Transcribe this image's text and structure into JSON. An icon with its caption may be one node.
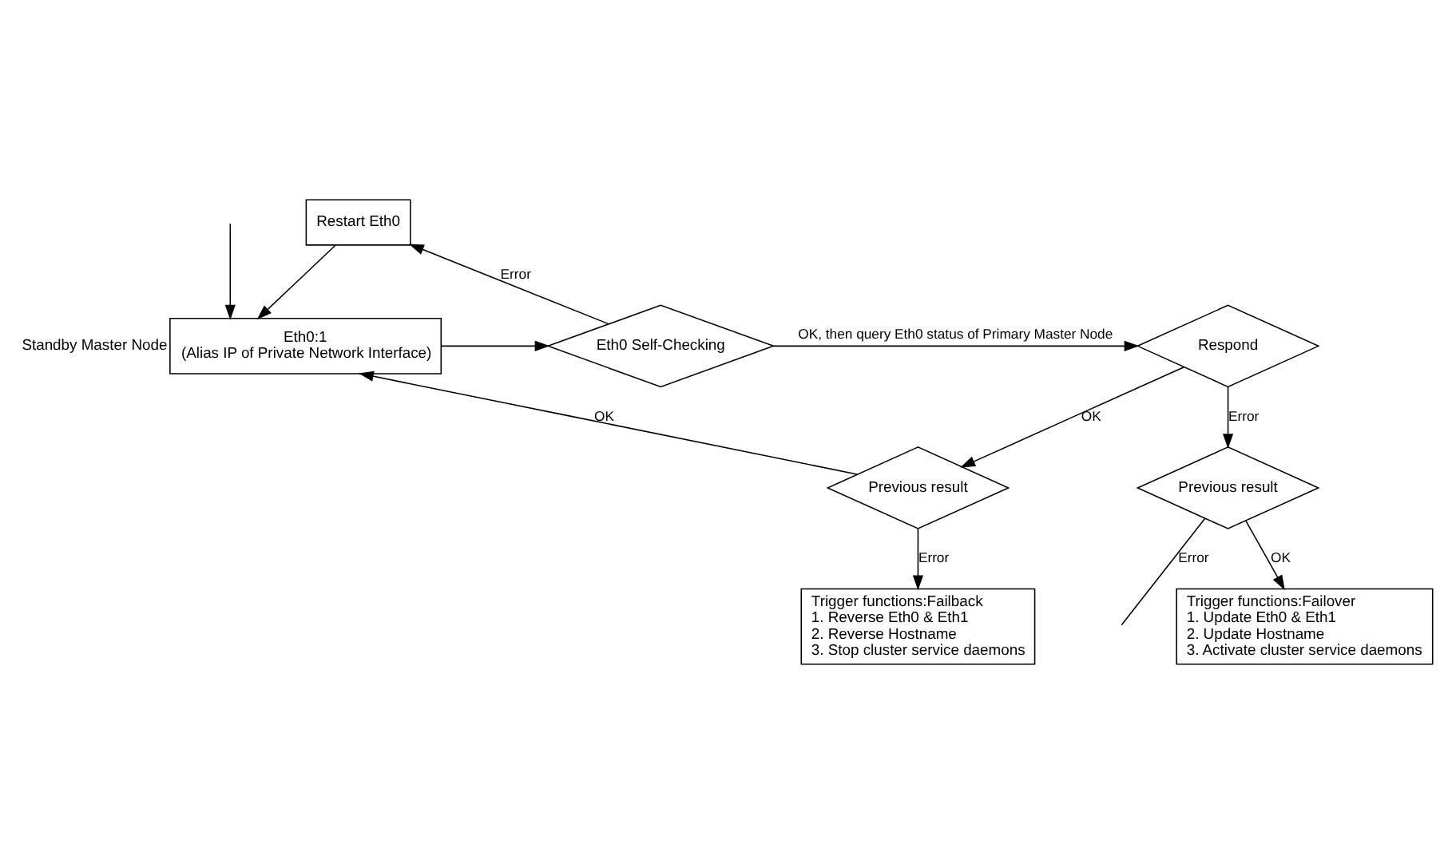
{
  "diagram": {
    "nodes": [
      {
        "text": [
          "Restart Eth0"
        ]
      },
      {
        "text": [
          "Eth0:1",
          "(Alias IP of Private Network Interface)"
        ],
        "beside": [
          "Standby Master Node"
        ]
      },
      {
        "text": [
          "Eth0 Self-Checking"
        ]
      },
      {
        "text": [
          "Respond"
        ]
      },
      {
        "text": [
          "Previous result"
        ]
      },
      {
        "text": [
          "Previous result"
        ]
      },
      {
        "text": [
          "Trigger functions:Failback",
          "1. Reverse Eth0 & Eth1",
          "2. Reverse Hostname",
          "3. Stop cluster service daemons"
        ]
      },
      {
        "text": [
          "Trigger functions:Failover",
          "1. Update Eth0 & Eth1",
          "2. Update Hostname",
          "3. Activate cluster service daemons"
        ]
      }
    ],
    "edges": [
      {
        "from": 2,
        "to": 0,
        "label": "Error",
        "arrow": "to"
      },
      {
        "from": 0,
        "to": 1,
        "arrow": "to"
      },
      {
        "from": 1,
        "to": 2,
        "arrow": "to"
      },
      {
        "from": 2,
        "to": 3,
        "label": "OK, then query Eth0 status of Primary Master Node",
        "arrow": "to"
      },
      {
        "from": 3,
        "to": 4,
        "label": "OK",
        "arrow": "to"
      },
      {
        "from": 3,
        "to": 5,
        "label": "Error",
        "arrow": "to"
      },
      {
        "from": 4,
        "to": 1,
        "label": "OK",
        "arrow": "to"
      },
      {
        "from": 4,
        "to": 6,
        "label": "Error",
        "arrow": "to"
      },
      {
        "from": 5,
        "to": 7,
        "label": "OK",
        "arrow": "to"
      },
      {
        "from": 5,
        "to": null,
        "label": "Error",
        "arrow": "none"
      },
      {
        "from": null,
        "to": 1,
        "arrow": "to"
      }
    ]
  }
}
